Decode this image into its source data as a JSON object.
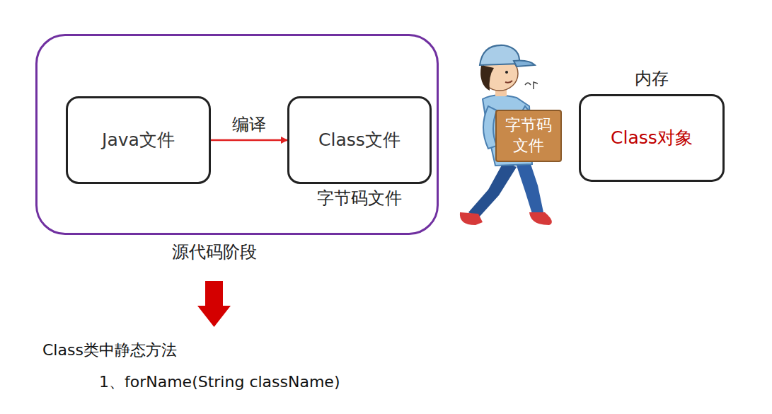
{
  "diagram": {
    "nodes": [
      {
        "text": [
          "源代码阶段"
        ]
      },
      {
        "text": [
          "Java文件"
        ],
        "in": 0
      },
      {
        "text": [
          "Class文件",
          "字节码文件"
        ],
        "in": 0
      },
      {
        "text": [
          "字节码 文件"
        ]
      },
      {
        "text": [
          "内存",
          "Class对象"
        ]
      }
    ],
    "edges": [
      {
        "from": 1,
        "to": 2,
        "arrow": "to",
        "label": "编译"
      }
    ],
    "labels": [
      "Class类中静态方法",
      "1、forName(String className)"
    ]
  }
}
